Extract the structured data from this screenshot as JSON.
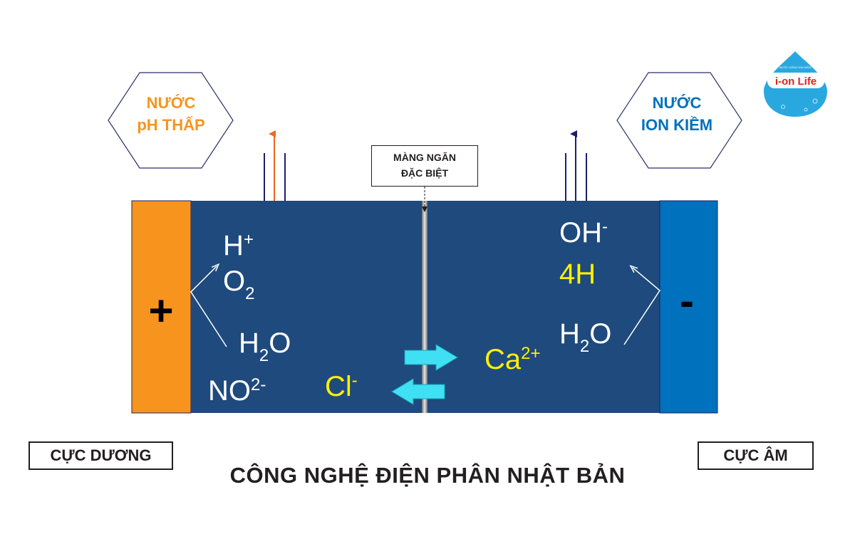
{
  "labels": {
    "low_ph_line1": "NƯỚC",
    "low_ph_line2": "pH THẤP",
    "alkaline_line1": "NƯỚC",
    "alkaline_line2": "ION KIỀM",
    "membrane_line1": "MÀNG NGĂN",
    "membrane_line2": "ĐẶC BIỆT",
    "anode": "CỰC DƯƠNG",
    "cathode": "CỰC ÂM",
    "title": "CÔNG NGHỆ ĐIỆN PHÂN NHẬT BẢN",
    "plus_sign": "+",
    "minus_sign": "-"
  },
  "chemistry": {
    "h_plus": {
      "base": "H",
      "sup": "+"
    },
    "o2": {
      "base": "O",
      "sub": "2"
    },
    "h2o_left": {
      "base1": "H",
      "sub": "2",
      "base2": "O"
    },
    "no2": {
      "base": "NO",
      "sup": "2-"
    },
    "cl": {
      "base": "Cl",
      "sup": "-"
    },
    "ca": {
      "base": "Ca",
      "sup": "2+"
    },
    "oh": {
      "base": "OH",
      "sup": "-"
    },
    "h4": {
      "text": "4H"
    },
    "h2o_right": {
      "base1": "H",
      "sub": "2",
      "base2": "O"
    }
  },
  "logo": {
    "brand": "i-on Life",
    "tagline": "NƯỚC UỐNG ION KIỀM"
  },
  "colors": {
    "anode": "#f7941e",
    "cathode": "#0071bc",
    "tank": "#1e4a7d",
    "ion_yellow": "#fff200",
    "low_ph_text": "#f7941e",
    "alkaline_text": "#0071bc",
    "arrow_cyan": "#3fe0f4",
    "arrow_orange": "#f26522",
    "arrow_navy": "#1b1f6b"
  }
}
